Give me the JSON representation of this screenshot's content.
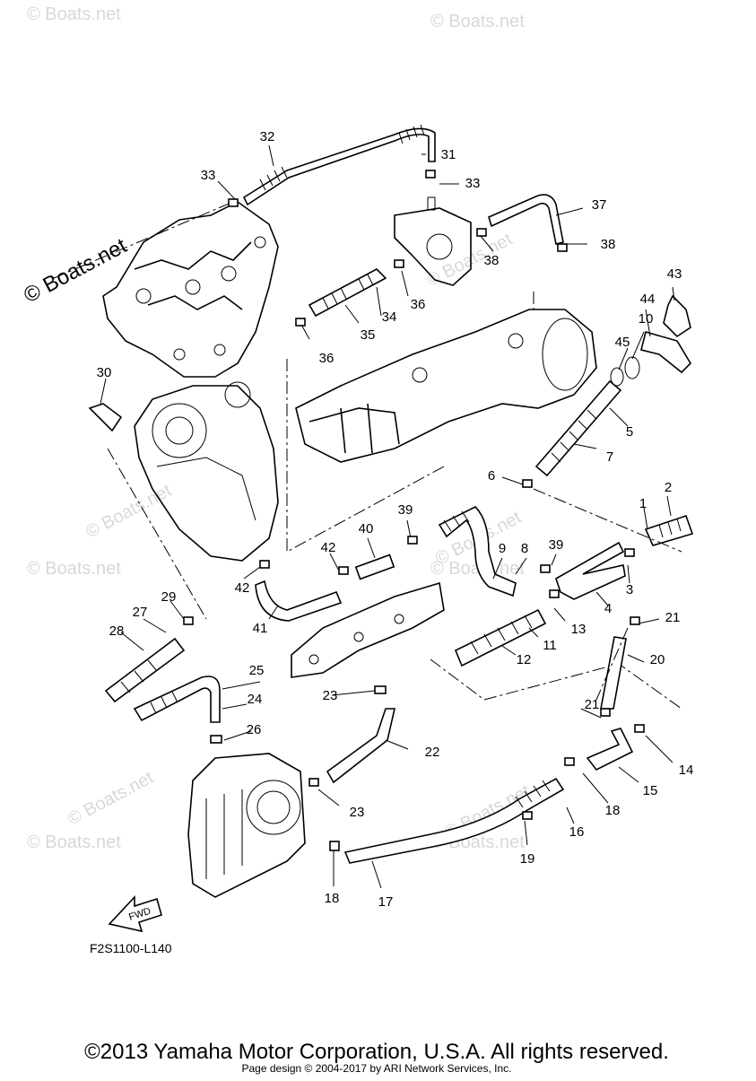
{
  "diagram_id": "F2S1100-L140",
  "copyright": "©2013 Yamaha Motor Corporation, U.S.A. All rights reserved.",
  "page_design": "Page design © 2004-2017 by ARI Network Services, Inc.",
  "watermark": "© Boats.net",
  "fwd_label": "FWD",
  "callouts": [
    "32",
    "31",
    "33",
    "33",
    "37",
    "38",
    "38",
    "36",
    "34",
    "35",
    "36",
    "43",
    "44",
    "10",
    "45",
    "5",
    "7",
    "6",
    "30",
    "1",
    "2",
    "39",
    "40",
    "42",
    "8",
    "9",
    "39",
    "3",
    "4",
    "42",
    "41",
    "29",
    "27",
    "28",
    "13",
    "11",
    "12",
    "21",
    "20",
    "25",
    "24",
    "23",
    "22",
    "26",
    "21",
    "14",
    "15",
    "18",
    "16",
    "23",
    "19",
    "18",
    "17"
  ]
}
